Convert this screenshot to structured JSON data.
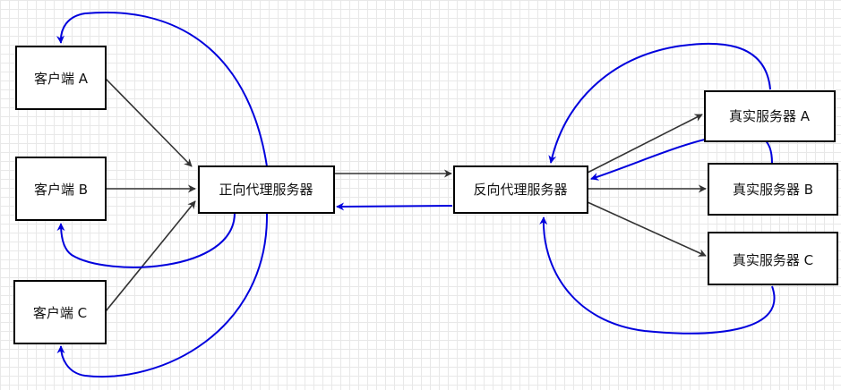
{
  "nodes": {
    "client_a": "客户端 A",
    "client_b": "客户端 B",
    "client_c": "客户端 C",
    "forward_proxy": "正向代理服务器",
    "reverse_proxy": "反向代理服务器",
    "server_a": "真实服务器 A",
    "server_b": "真实服务器 B",
    "server_c": "真实服务器 C"
  },
  "edges": [
    {
      "from": "client_a",
      "to": "forward_proxy",
      "color": "#333333"
    },
    {
      "from": "client_b",
      "to": "forward_proxy",
      "color": "#333333"
    },
    {
      "from": "client_c",
      "to": "forward_proxy",
      "color": "#333333"
    },
    {
      "from": "forward_proxy",
      "to": "reverse_proxy",
      "color": "#333333"
    },
    {
      "from": "reverse_proxy",
      "to": "forward_proxy",
      "color": "#0000dd"
    },
    {
      "from": "reverse_proxy",
      "to": "server_a",
      "color": "#333333"
    },
    {
      "from": "reverse_proxy",
      "to": "server_b",
      "color": "#333333"
    },
    {
      "from": "reverse_proxy",
      "to": "server_c",
      "color": "#333333"
    },
    {
      "from": "forward_proxy",
      "to": "client_a",
      "color": "#0000dd"
    },
    {
      "from": "forward_proxy",
      "to": "client_b",
      "color": "#0000dd"
    },
    {
      "from": "forward_proxy",
      "to": "client_c",
      "color": "#0000dd"
    },
    {
      "from": "server_a",
      "to": "reverse_proxy",
      "color": "#0000dd"
    },
    {
      "from": "server_b",
      "to": "reverse_proxy",
      "color": "#0000dd"
    },
    {
      "from": "server_c",
      "to": "reverse_proxy",
      "color": "#0000dd"
    }
  ],
  "colors": {
    "request": "#333333",
    "response": "#0000dd",
    "grid": "#e8e8e8"
  }
}
